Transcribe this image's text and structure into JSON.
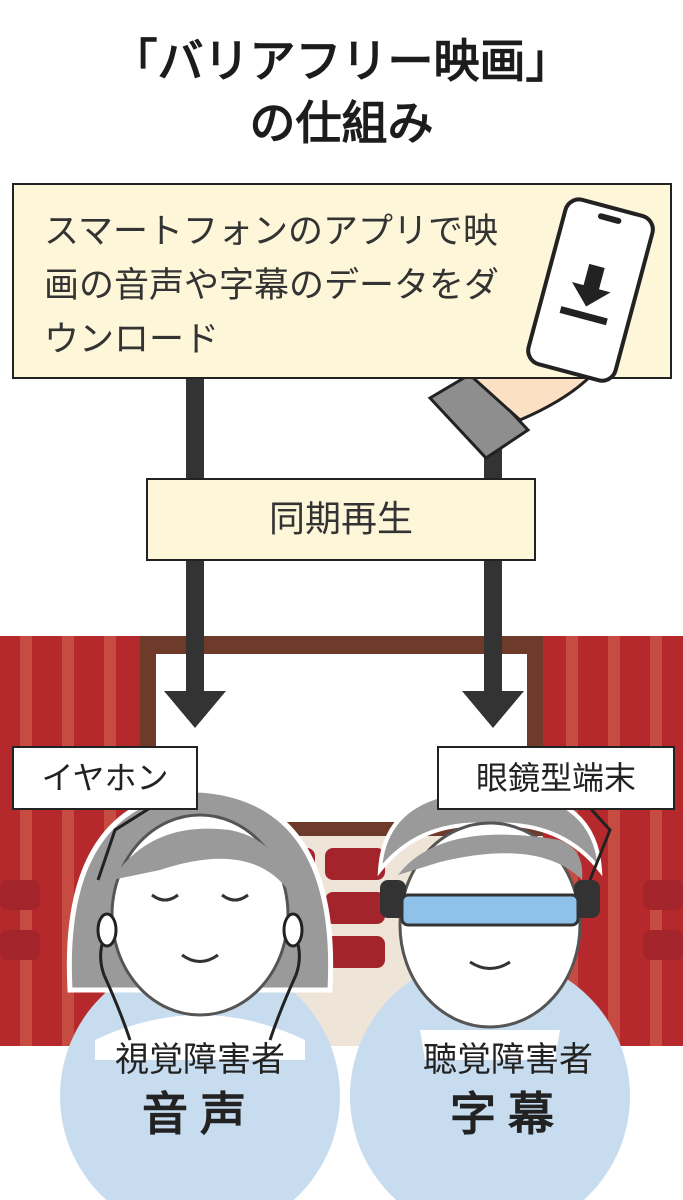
{
  "title": {
    "line1": "「バリアフリー映画」",
    "line2": "の仕組み"
  },
  "download_step": {
    "text": "スマートフォンのアプリで映画の音声や字幕のデータをダウンロード"
  },
  "sync_step": {
    "text": "同期再生"
  },
  "left_person": {
    "device": "イヤホン",
    "group": "視覚障害者",
    "service": "音声"
  },
  "right_person": {
    "device": "眼鏡型端末",
    "group": "聴覚障害者",
    "service": "字幕"
  },
  "colors": {
    "box_fill": "#fdf6d8",
    "curtain": "#b5282c",
    "seats": "#a3242a",
    "person_gray": "#9a9a9a",
    "circle": "#c8dcef",
    "glasses": "#8fc2ea",
    "arrow": "#333333"
  },
  "icons": [
    "smartphone-icon",
    "download-icon",
    "hand-icon"
  ]
}
